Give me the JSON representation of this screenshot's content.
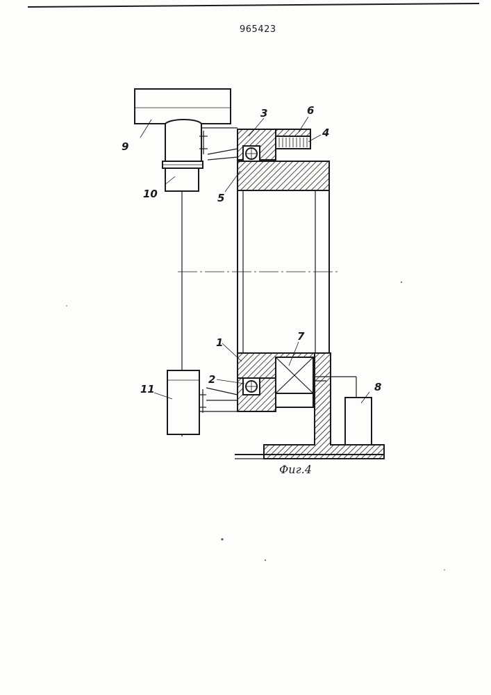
{
  "document": {
    "patent_number": "965423",
    "figure_caption": "Фиг.4"
  },
  "callouts": {
    "c1": "1",
    "c2": "2",
    "c3": "3",
    "c4": "4",
    "c5": "5",
    "c6": "6",
    "c7": "7",
    "c8": "8",
    "c9": "9",
    "c10": "10",
    "c11": "11"
  }
}
